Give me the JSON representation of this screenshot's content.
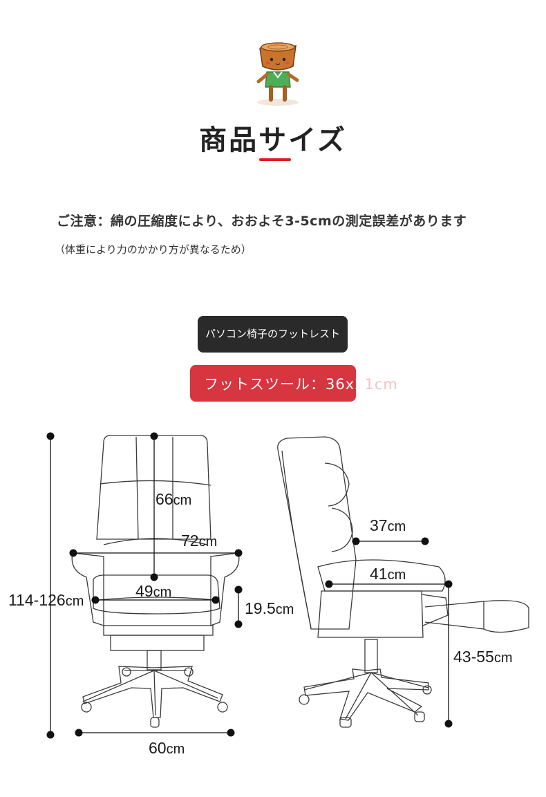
{
  "header": {
    "title": "商品サイズ",
    "accent_color": "#d71f24",
    "mascot_icon": "tree-stump-mascot-icon"
  },
  "notes": {
    "main": "ご注意：綿の圧縮度により、おおよそ3-5cmの測定誤差があります",
    "sub": "（体重により力のかかり方が異なるため）"
  },
  "badges": {
    "footrest_label": "パソコン椅子のフットレスト",
    "stool_label": "フットスツール：36x2",
    "stool_label_fade": "1cm",
    "dark_color": "#2a2a2a",
    "red_color": "#d7353f"
  },
  "dimensions": {
    "front": {
      "total_height": "114-126",
      "back_height": "66",
      "arm_width": "72",
      "seat_width": "49",
      "seat_thickness": "19.5",
      "base_width": "60"
    },
    "side": {
      "back_depth": "37",
      "seat_depth": "41",
      "seat_height": "43-55"
    },
    "unit": "cm"
  }
}
